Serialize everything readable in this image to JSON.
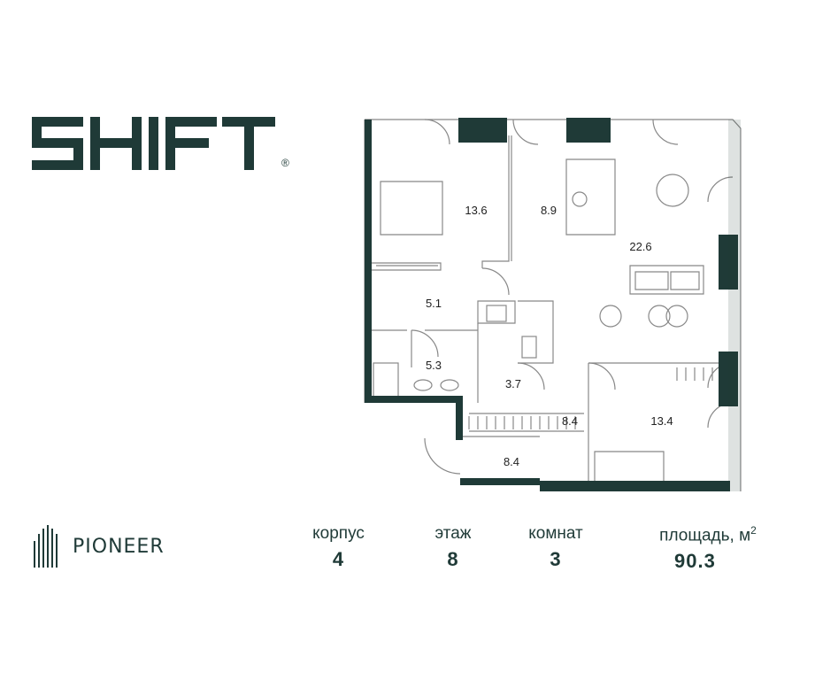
{
  "brand": {
    "logo_text": "SHIFT",
    "registered_mark": "®",
    "developer": "PIONEER"
  },
  "plan": {
    "rooms": [
      {
        "id": "bedroom-1",
        "area": "13.6"
      },
      {
        "id": "kitchen",
        "area": "8.9"
      },
      {
        "id": "living",
        "area": "22.6"
      },
      {
        "id": "wardrobe",
        "area": "5.1"
      },
      {
        "id": "bathroom",
        "area": "5.3"
      },
      {
        "id": "laundry",
        "area": "3.7"
      },
      {
        "id": "hall-1",
        "area": "8.4"
      },
      {
        "id": "hall-2",
        "area": "8.4"
      },
      {
        "id": "bedroom-2",
        "area": "13.4"
      }
    ]
  },
  "stats": {
    "building": {
      "label": "корпус",
      "value": "4"
    },
    "floor": {
      "label": "этаж",
      "value": "8"
    },
    "rooms": {
      "label": "комнат",
      "value": "3"
    },
    "area": {
      "label": "площадь, м",
      "unit_sup": "2",
      "value": "90.3"
    }
  },
  "colors": {
    "brand": "#1f3a37",
    "wall": "#1f3a37",
    "line": "#777777"
  }
}
